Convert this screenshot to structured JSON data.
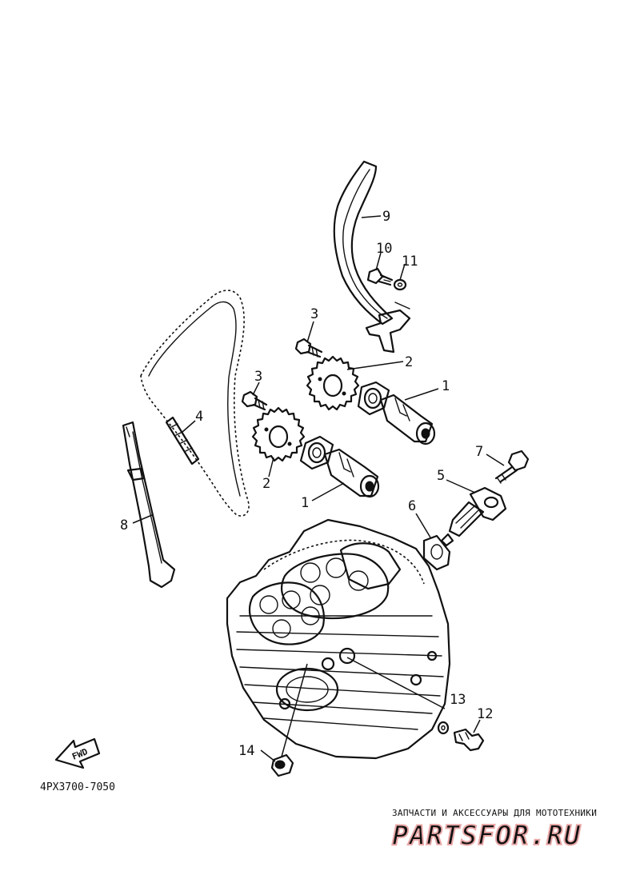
{
  "diagram": {
    "callouts": [
      "1",
      "1",
      "2",
      "2",
      "3",
      "3",
      "4",
      "5",
      "6",
      "7",
      "8",
      "9",
      "10",
      "11",
      "12",
      "13",
      "14"
    ],
    "fwd_label": "FWD",
    "part_code": "4PX3700-7050"
  },
  "watermark": {
    "tagline": "ЗАПЧАСТИ И АКСЕССУАРЫ ДЛЯ МОТОТЕХНИКИ",
    "logo": "PARTSFOR.RU",
    "color": "#e9a8a8"
  }
}
